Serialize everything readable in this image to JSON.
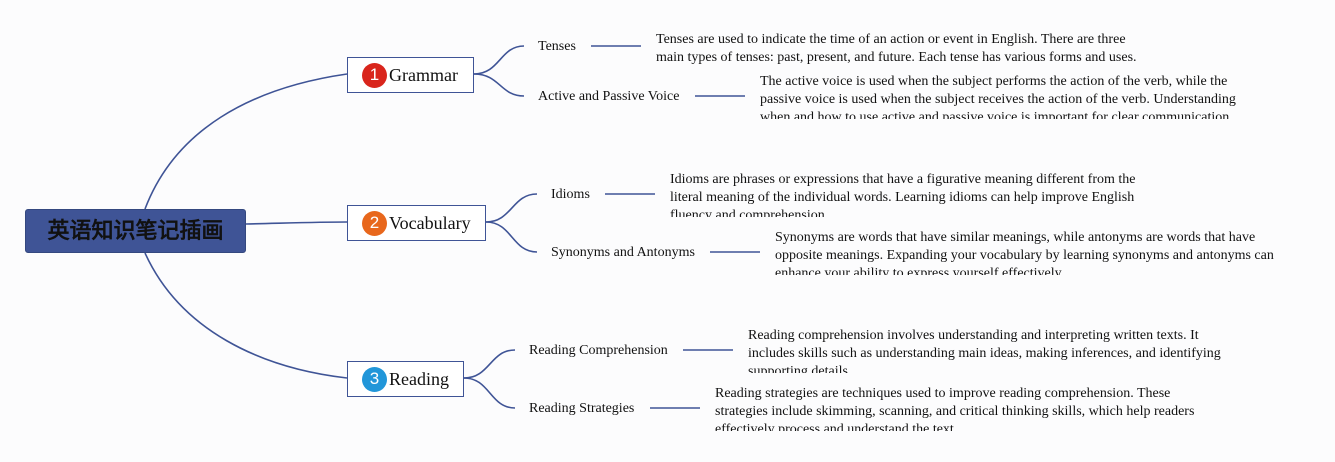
{
  "colors": {
    "root_fill": "#3f5496",
    "line": "#3f5496",
    "badge_1": "#d9251c",
    "badge_2": "#e8671c",
    "badge_3": "#2196d9"
  },
  "root": {
    "label": "英语知识笔记插画"
  },
  "branches": [
    {
      "number": "1",
      "label": "Grammar",
      "topics": [
        {
          "label": "Tenses",
          "note": "Tenses are used to indicate the time of an action or event in English. There are three main types of tenses: past, present, and future. Each tense has various forms and uses."
        },
        {
          "label": "Active and Passive Voice",
          "note": "The active voice is used when the subject performs the action of the verb, while the passive voice is used when the subject receives the action of the verb. Understanding when and how to use active and passive voice is important for clear communication."
        }
      ]
    },
    {
      "number": "2",
      "label": "Vocabulary",
      "topics": [
        {
          "label": "Idioms",
          "note": "Idioms are phrases or expressions that have a figurative meaning different from the literal meaning of the individual words. Learning idioms can help improve English fluency and comprehension."
        },
        {
          "label": "Synonyms and Antonyms",
          "note": "Synonyms are words that have similar meanings, while antonyms are words that have opposite meanings. Expanding your vocabulary by learning synonyms and antonyms can enhance your ability to express yourself effectively."
        }
      ]
    },
    {
      "number": "3",
      "label": "Reading",
      "topics": [
        {
          "label": "Reading Comprehension",
          "note": "Reading comprehension involves understanding and interpreting written texts. It includes skills such as understanding main ideas, making inferences, and identifying supporting details."
        },
        {
          "label": "Reading Strategies",
          "note": "Reading strategies are techniques used to improve reading comprehension. These strategies include skimming, scanning, and critical thinking skills, which help readers effectively process and understand the text."
        }
      ]
    }
  ]
}
